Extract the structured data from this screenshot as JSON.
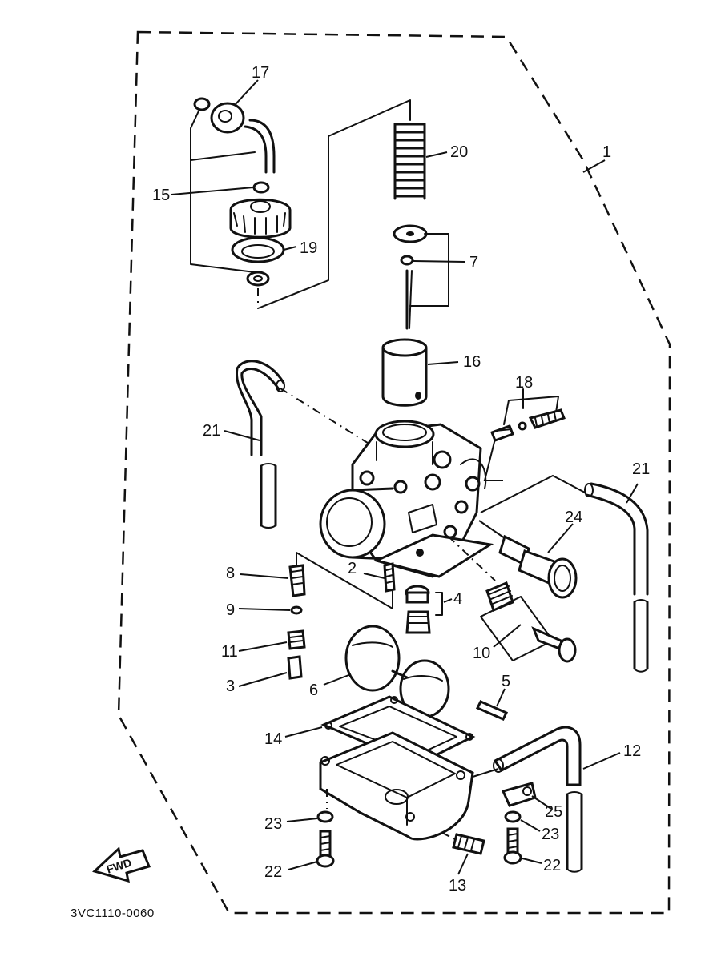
{
  "diagram": {
    "reference_code": "3VC1110-0060",
    "direction_label": "FWD",
    "callouts": {
      "c1": "1",
      "c2": "2",
      "c3": "3",
      "c4": "4",
      "c5": "5",
      "c6": "6",
      "c7": "7",
      "c8": "8",
      "c9": "9",
      "c10": "10",
      "c11": "11",
      "c12": "12",
      "c13": "13",
      "c14": "14",
      "c15": "15",
      "c16": "16",
      "c17": "17",
      "c18": "18",
      "c19": "19",
      "c20": "20",
      "c21a": "21",
      "c21b": "21",
      "c22a": "22",
      "c22b": "22",
      "c23a": "23",
      "c23b": "23",
      "c24": "24",
      "c25": "25"
    }
  }
}
